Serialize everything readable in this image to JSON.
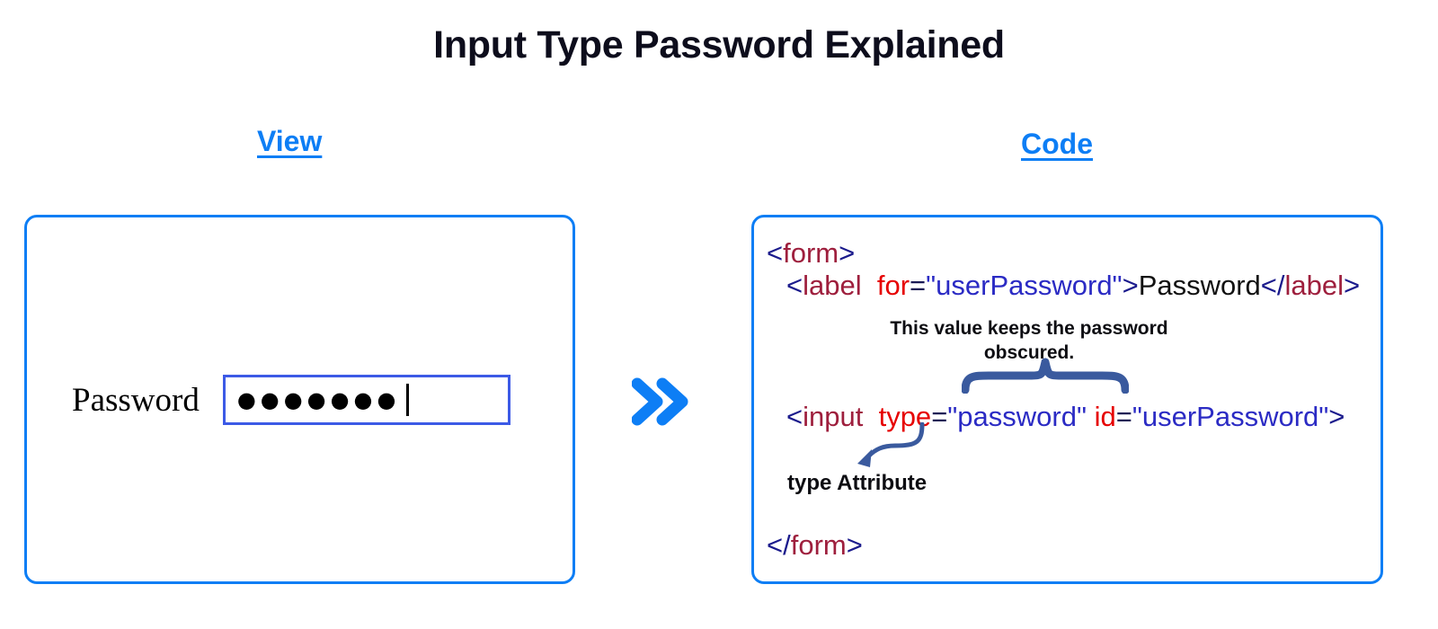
{
  "page": {
    "title": "Input Type Password Explained",
    "background": "#ffffff",
    "accent_blue": "#0d7ef5",
    "input_border_blue": "#3c5ae6",
    "annotation_blue": "#3a5a9e"
  },
  "columns": {
    "view_heading": "View",
    "code_heading": "Code"
  },
  "view_panel": {
    "label": "Password",
    "input": {
      "masked_value": "●●●●●●●",
      "dot_count": 7,
      "caret_visible": true,
      "type": "password"
    }
  },
  "flow": {
    "arrow_icon": "double-chevron-right-icon"
  },
  "code_panel": {
    "lines": [
      {
        "id": "form-open",
        "tokens": [
          {
            "kind": "bracket",
            "text": "<"
          },
          {
            "kind": "tag",
            "text": "form"
          },
          {
            "kind": "bracket",
            "text": ">"
          }
        ]
      },
      {
        "id": "label",
        "tokens": [
          {
            "kind": "bracket",
            "text": "<"
          },
          {
            "kind": "tag",
            "text": "label"
          },
          {
            "kind": "space",
            "text": "  "
          },
          {
            "kind": "attr",
            "text": "for"
          },
          {
            "kind": "eq",
            "text": "="
          },
          {
            "kind": "value",
            "text": "\"userPassword\""
          },
          {
            "kind": "bracket",
            "text": ">"
          },
          {
            "kind": "text",
            "text": "Password"
          },
          {
            "kind": "bracket",
            "text": "</"
          },
          {
            "kind": "tag",
            "text": "label"
          },
          {
            "kind": "bracket",
            "text": ">"
          }
        ]
      },
      {
        "id": "input",
        "tokens": [
          {
            "kind": "bracket",
            "text": "<"
          },
          {
            "kind": "tag",
            "text": "input"
          },
          {
            "kind": "space",
            "text": "  "
          },
          {
            "kind": "attr",
            "text": "type"
          },
          {
            "kind": "eq",
            "text": "="
          },
          {
            "kind": "value",
            "text": "\"password\""
          },
          {
            "kind": "space",
            "text": " "
          },
          {
            "kind": "attr",
            "text": "id"
          },
          {
            "kind": "eq",
            "text": "="
          },
          {
            "kind": "value",
            "text": "\"userPassword\""
          },
          {
            "kind": "bracket",
            "text": ">"
          }
        ]
      },
      {
        "id": "form-close",
        "tokens": [
          {
            "kind": "bracket",
            "text": "</"
          },
          {
            "kind": "tag",
            "text": "form"
          },
          {
            "kind": "bracket",
            "text": ">"
          }
        ]
      }
    ],
    "annotations": {
      "obscured_note": "This value keeps the password\nobscured.",
      "type_attribute_label": "type Attribute"
    }
  }
}
